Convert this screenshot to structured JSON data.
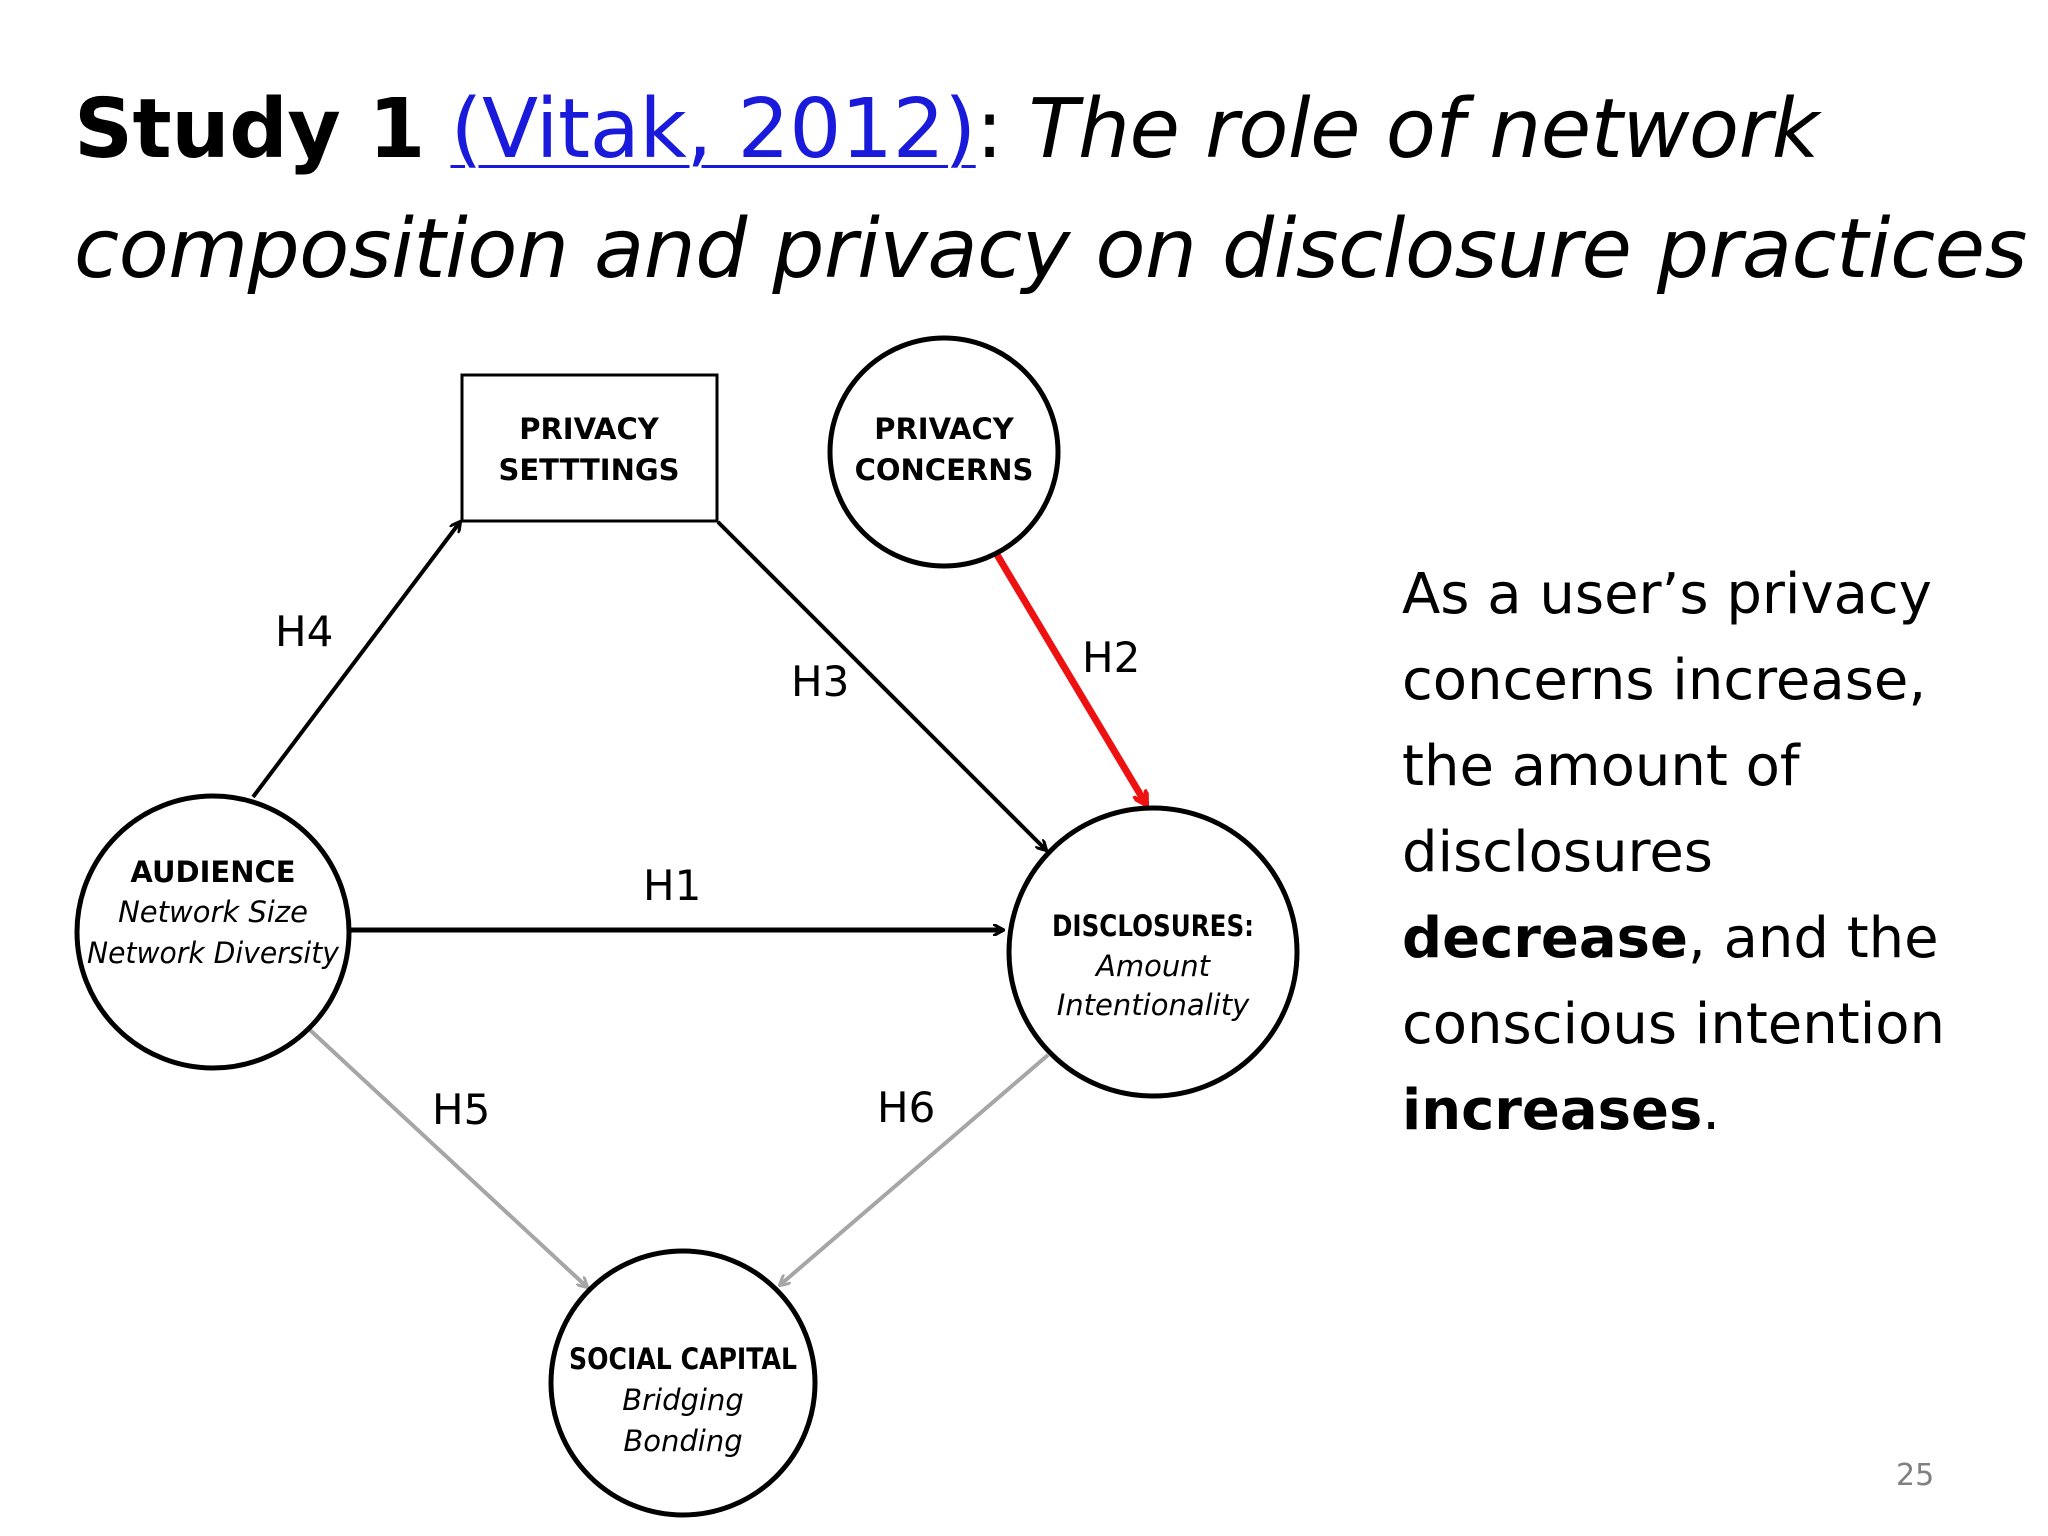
{
  "slide": {
    "title": {
      "study": "Study 1",
      "citation": "(Vitak, 2012)",
      "separator": ": ",
      "topic": "The role of network composition and privacy on disclosure practices"
    },
    "page_number": "25"
  },
  "diagram": {
    "nodes": {
      "privacy_settings": {
        "line1": "PRIVACY",
        "line2": "SETTTINGS"
      },
      "privacy_concerns": {
        "line1": "PRIVACY",
        "line2": "CONCERNS"
      },
      "audience": {
        "title": "AUDIENCE",
        "sub1": "Network Size",
        "sub2": "Network Diversity"
      },
      "disclosures": {
        "title": "DISCLOSURES:",
        "sub1": "Amount",
        "sub2": "Intentionality"
      },
      "social_capital": {
        "title": "SOCIAL CAPITAL",
        "sub1": "Bridging",
        "sub2": "Bonding"
      }
    },
    "edges": {
      "h1": {
        "label": "H1",
        "from": "audience",
        "to": "disclosures"
      },
      "h2": {
        "label": "H2",
        "from": "privacy_concerns",
        "to": "disclosures",
        "color": "#ee1111",
        "highlighted": true
      },
      "h3": {
        "label": "H3",
        "from": "privacy_settings",
        "to": "disclosures"
      },
      "h4": {
        "label": "H4",
        "from": "audience",
        "to": "privacy_settings"
      },
      "h5": {
        "label": "H5",
        "from": "audience",
        "to": "social_capital",
        "color": "#a6a6a6"
      },
      "h6": {
        "label": "H6",
        "from": "disclosures",
        "to": "social_capital",
        "color": "#a6a6a6"
      }
    }
  },
  "explanation": {
    "part1": "As a user’s privacy concerns increase, the amount of disclosures ",
    "emph1": "decrease",
    "part2": ", and the conscious intention ",
    "emph2": "increases",
    "part3": "."
  },
  "colors": {
    "link": "#1a1adb",
    "highlight_arrow": "#ee1111",
    "muted_arrow": "#a6a6a6",
    "page_number": "#808080"
  }
}
